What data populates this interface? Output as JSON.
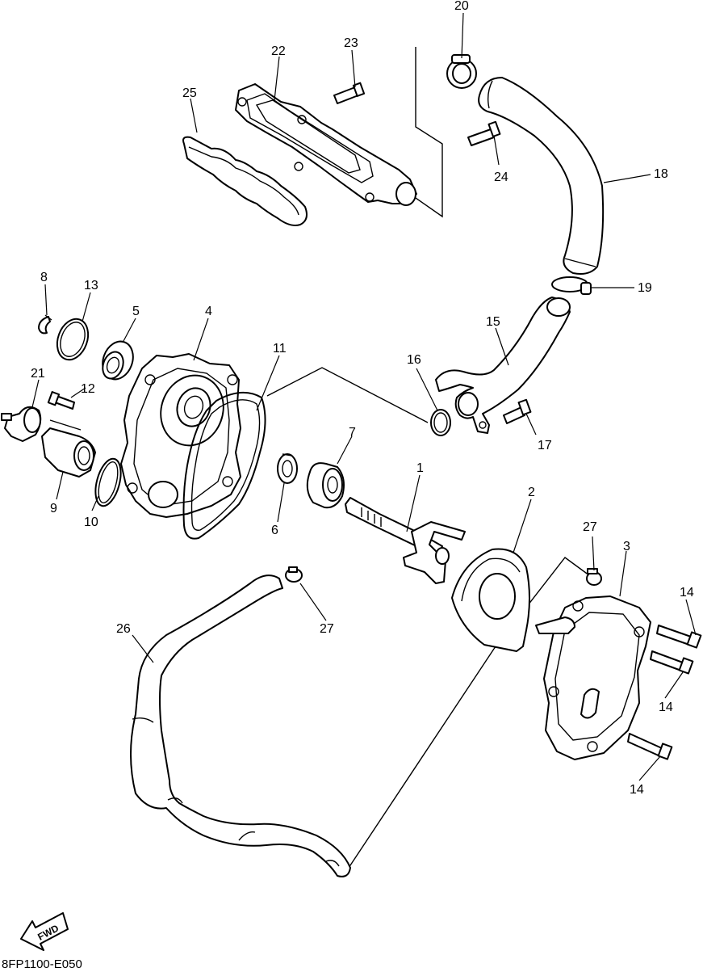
{
  "diagram": {
    "callouts": {
      "c1": "1",
      "c2": "2",
      "c3": "3",
      "c4": "4",
      "c5": "5",
      "c6": "6",
      "c7": "7",
      "c8": "8",
      "c9": "9",
      "c10": "10",
      "c11": "11",
      "c12": "12",
      "c13": "13",
      "c14a": "14",
      "c14b": "14",
      "c14c": "14",
      "c15": "15",
      "c16": "16",
      "c17": "17",
      "c18": "18",
      "c19": "19",
      "c20": "20",
      "c21": "21",
      "c22": "22",
      "c23": "23",
      "c24": "24",
      "c25": "25",
      "c26": "26",
      "c27a": "27",
      "c27b": "27"
    },
    "fwd_label": "FWD",
    "drawing_code": "8FP1100-E050"
  }
}
